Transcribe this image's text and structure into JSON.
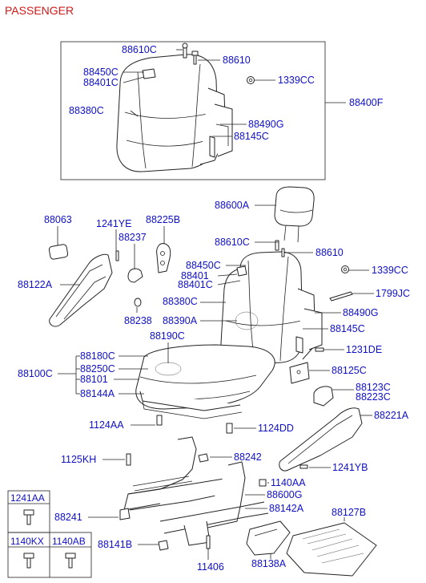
{
  "title": "PASSENGER",
  "callouts": [
    "88610C",
    "88610",
    "88450C",
    "88401C",
    "1339CC",
    "88380C",
    "88400F",
    "88490G",
    "88145C",
    "88600A",
    "88063",
    "1241YE",
    "88225B",
    "88237",
    "88610C",
    "88610",
    "88122A",
    "88450C",
    "88401",
    "88401C",
    "1339CC",
    "1799JC",
    "88380C",
    "88490G",
    "88238",
    "88390A",
    "88145C",
    "88190C",
    "1231DE",
    "88180C",
    "88250C",
    "88100C",
    "88101",
    "88125C",
    "88144A",
    "88123C",
    "88223C",
    "88221A",
    "1124AA",
    "1124DD",
    "1125KH",
    "88242",
    "1241YB",
    "1140AA",
    "88600G",
    "88142A",
    "88241",
    "88127B",
    "88141B",
    "11406",
    "88138A"
  ],
  "fastener_table": {
    "cells": [
      "1241AA",
      "1140KX",
      "1140AB"
    ]
  },
  "colors": {
    "title": "#d01818",
    "labels": "#1010c8",
    "lines": "#222222"
  }
}
